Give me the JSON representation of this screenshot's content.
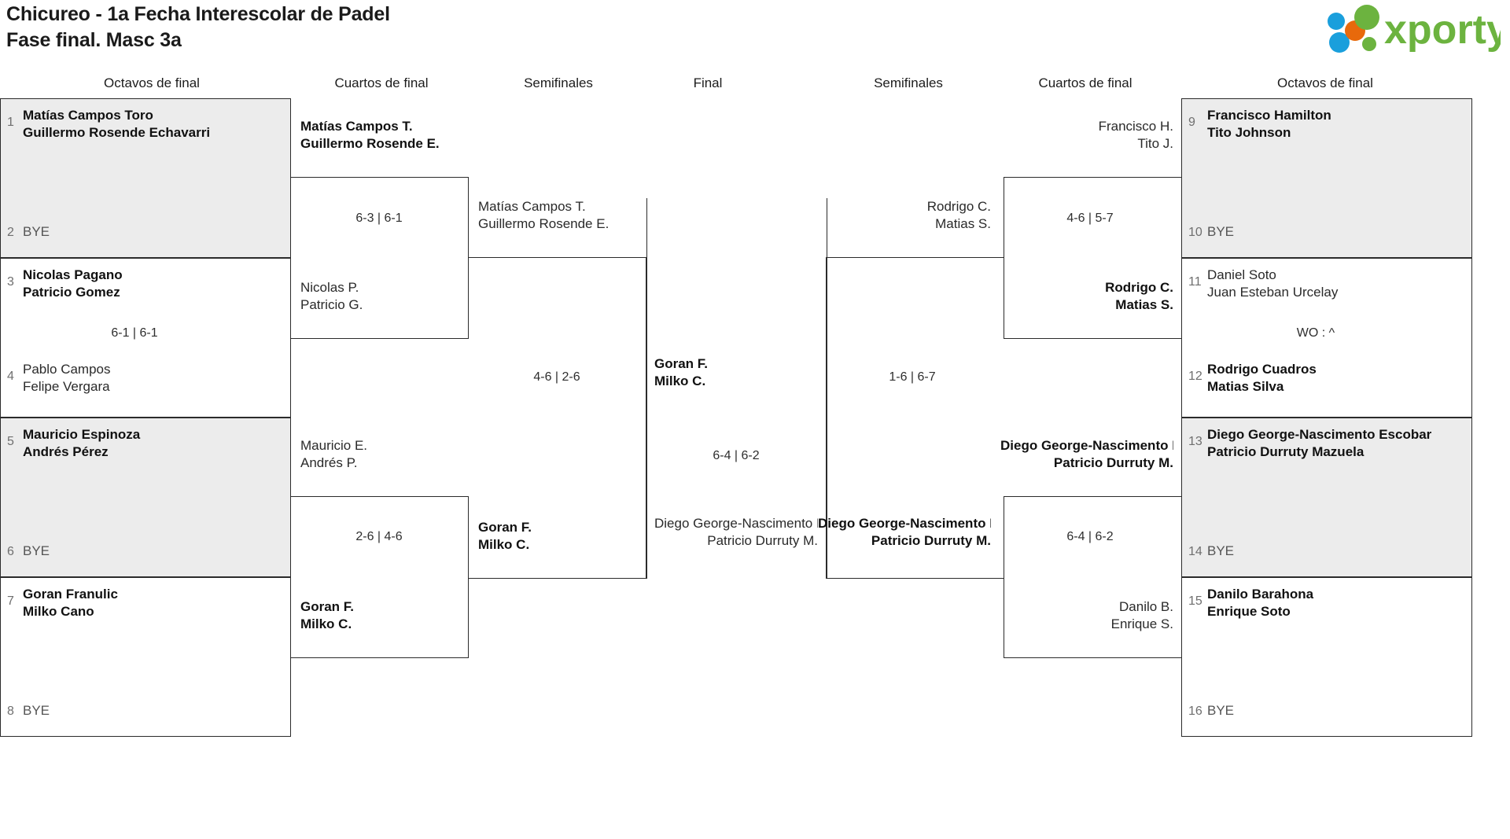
{
  "header": {
    "title_line1": "Chicureo - 1a Fecha Interescolar de Padel",
    "title_line2": "Fase final. Masc 3a",
    "logo_text": "xporty",
    "logo_colors": {
      "green": "#6cb33f",
      "blue": "#1a9fdc",
      "orange": "#e8690b"
    }
  },
  "round_headers": {
    "left_r16": "Octavos de final",
    "left_qf": "Cuartos de final",
    "left_sf": "Semifinales",
    "final": "Final",
    "right_sf": "Semifinales",
    "right_qf": "Cuartos de final",
    "right_r16": "Octavos de final"
  },
  "bracket": {
    "left_r16": [
      {
        "seed_top": "1",
        "top": "Matías Campos Toro",
        "top2": "Guillermo Rosende Echavarri",
        "top_state": "win",
        "seed_bot": "2",
        "bot": "BYE",
        "bot2": "",
        "bot_state": "bye",
        "score": "",
        "shaded": true
      },
      {
        "seed_top": "3",
        "top": "Nicolas Pagano",
        "top2": "Patricio Gomez",
        "top_state": "win",
        "seed_bot": "4",
        "bot": "Pablo Campos",
        "bot2": "Felipe Vergara",
        "bot_state": "lose",
        "score": "6-1 | 6-1",
        "shaded": false
      },
      {
        "seed_top": "5",
        "top": "Mauricio Espinoza",
        "top2": "Andrés Pérez",
        "top_state": "win",
        "seed_bot": "6",
        "bot": "BYE",
        "bot2": "",
        "bot_state": "bye",
        "score": "",
        "shaded": true
      },
      {
        "seed_top": "7",
        "top": "Goran Franulic",
        "top2": "Milko Cano",
        "top_state": "win",
        "seed_bot": "8",
        "bot": "BYE",
        "bot2": "",
        "bot_state": "bye",
        "score": "",
        "shaded": false
      }
    ],
    "left_qf": [
      {
        "top": "Matías Campos T.",
        "top2": "Guillermo Rosende E.",
        "top_state": "win",
        "bot": "Nicolas P.",
        "bot2": "Patricio G.",
        "bot_state": "lose",
        "score": "6-3 | 6-1"
      },
      {
        "top": "Mauricio E.",
        "top2": "Andrés P.",
        "top_state": "lose",
        "bot": "Goran F.",
        "bot2": "Milko C.",
        "bot_state": "win",
        "score": "2-6 | 4-6"
      }
    ],
    "left_sf": [
      {
        "top": "Matías Campos T.",
        "top2": "Guillermo Rosende E.",
        "top_state": "lose",
        "bot": "Goran F.",
        "bot2": "Milko C.",
        "bot_state": "win",
        "score": "4-6 | 2-6"
      }
    ],
    "final": {
      "top": "Goran F.",
      "top2": "Milko C.",
      "top_state": "win",
      "bot": "Diego George-Nascimento E.",
      "bot2": "Patricio Durruty M.",
      "bot_state": "lose",
      "score": "6-4 | 6-2"
    },
    "right_sf": [
      {
        "top": "Rodrigo C.",
        "top2": "Matias S.",
        "top_state": "lose",
        "bot": "Diego George-Nascimento E.",
        "bot2": "Patricio Durruty M.",
        "bot_state": "win",
        "score": "1-6 | 6-7"
      }
    ],
    "right_qf": [
      {
        "top": "Francisco H.",
        "top2": "Tito J.",
        "top_state": "lose",
        "bot": "Rodrigo C.",
        "bot2": "Matias S.",
        "bot_state": "win",
        "score": "4-6 | 5-7"
      },
      {
        "top": "Diego George-Nascimento E.",
        "top2": "Patricio Durruty M.",
        "top_state": "win",
        "bot": "Danilo B.",
        "bot2": "Enrique S.",
        "bot_state": "lose",
        "score": "6-4 | 6-2"
      }
    ],
    "right_r16": [
      {
        "seed_top": "9",
        "top": "Francisco Hamilton",
        "top2": "Tito Johnson",
        "top_state": "win",
        "seed_bot": "10",
        "bot": "BYE",
        "bot2": "",
        "bot_state": "bye",
        "score": "",
        "shaded": true
      },
      {
        "seed_top": "11",
        "top": "Daniel Soto",
        "top2": "Juan Esteban Urcelay",
        "top_state": "lose",
        "seed_bot": "12",
        "bot": "Rodrigo Cuadros",
        "bot2": "Matias Silva",
        "bot_state": "win",
        "score": "WO : ^",
        "shaded": false
      },
      {
        "seed_top": "13",
        "top": "Diego George-Nascimento Escobar",
        "top2": "Patricio Durruty Mazuela",
        "top_state": "win",
        "seed_bot": "14",
        "bot": "BYE",
        "bot2": "",
        "bot_state": "bye",
        "score": "",
        "shaded": true
      },
      {
        "seed_top": "15",
        "top": "Danilo Barahona",
        "top2": "Enrique Soto",
        "top_state": "win",
        "seed_bot": "16",
        "bot": "BYE",
        "bot2": "",
        "bot_state": "bye",
        "score": "",
        "shaded": false
      }
    ]
  }
}
